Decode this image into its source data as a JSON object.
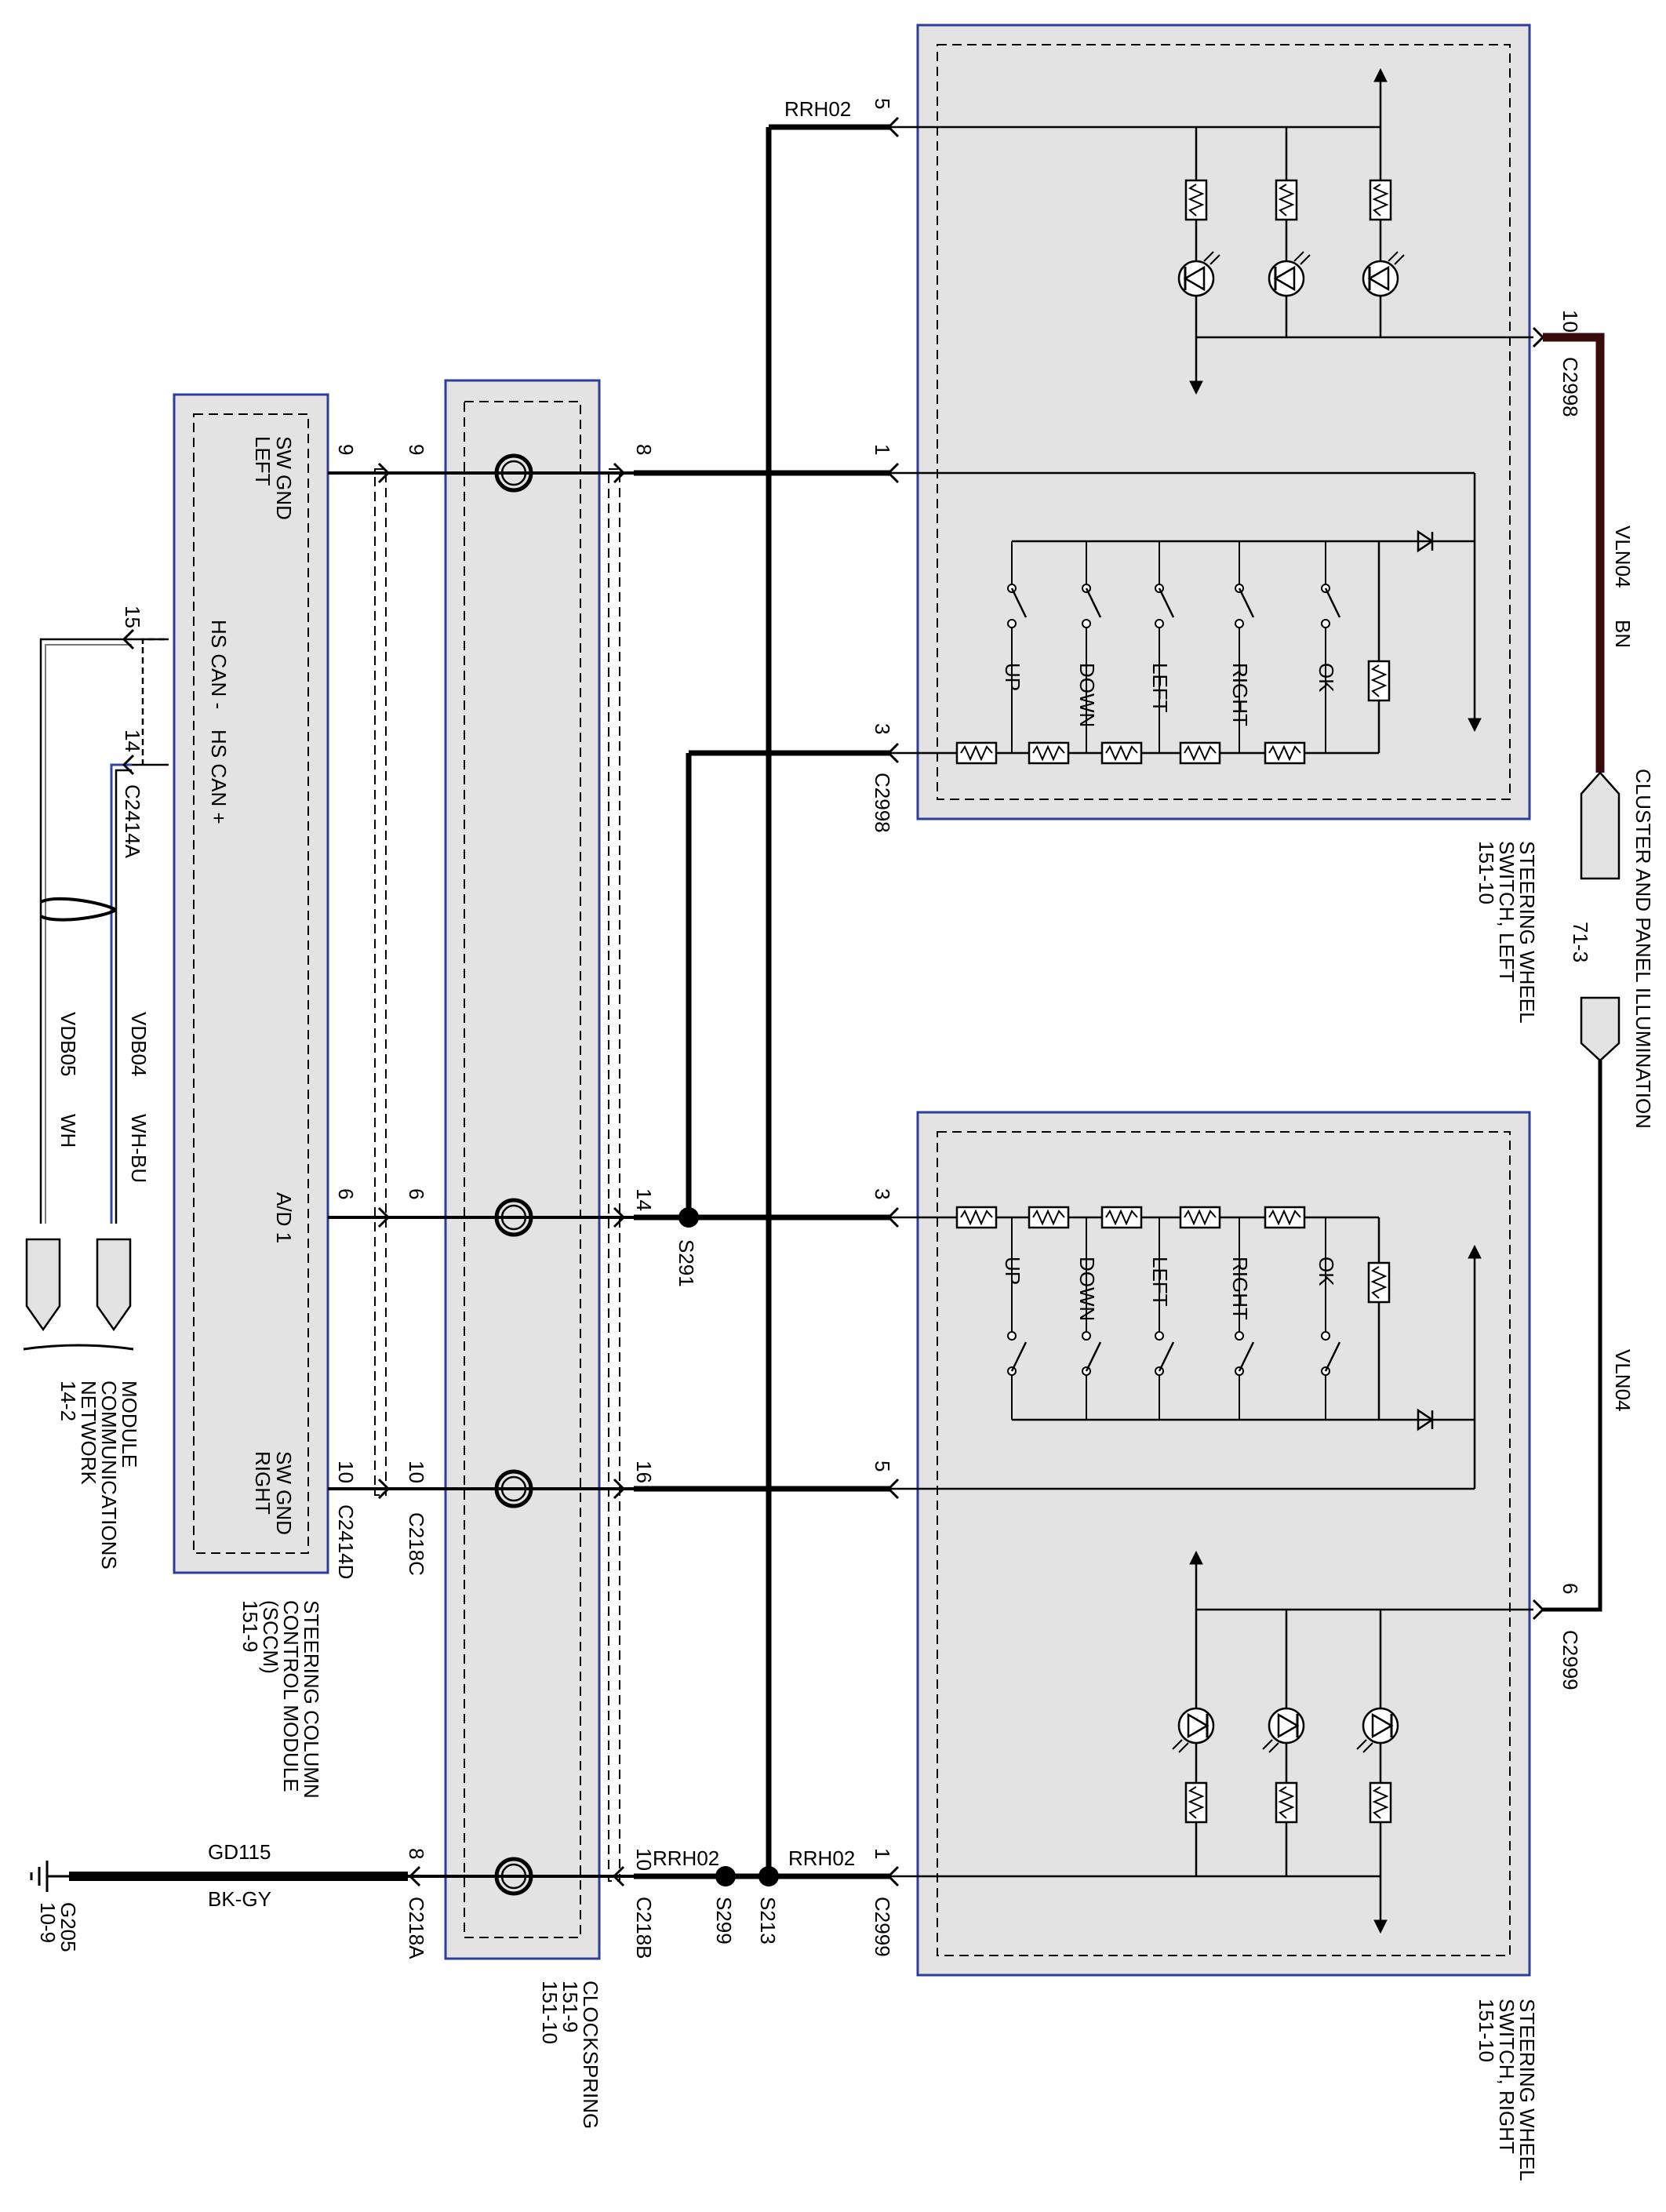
{
  "modules": {
    "switch_left": {
      "name_line1": "STEERING WHEEL",
      "name_line2": "SWITCH, LEFT",
      "ref": "151-10"
    },
    "switch_right": {
      "name_line1": "STEERING WHEEL",
      "name_line2": "SWITCH, RIGHT",
      "ref": "151-10"
    },
    "sccm": {
      "line1": "STEERING COLUMN",
      "line2": "CONTROL MODULE",
      "line3": "(SCCM)",
      "ref": "151-9"
    },
    "clockspring": {
      "name": "CLOCKSPRING",
      "ref1": "151-9",
      "ref2": "151-10"
    },
    "cluster": {
      "name": "CLUSTER AND PANEL ILLUMINATION",
      "ref": "71-3"
    },
    "network": {
      "line1": "MODULE",
      "line2": "COMMUNICATIONS",
      "line3": "NETWORK",
      "ref": "14-2"
    },
    "ground": {
      "name": "G205",
      "ref": "10-9"
    }
  },
  "connectors": {
    "c2998": "C2998",
    "c2999": "C2999",
    "c2414a": "C2414A",
    "c2414d": "C2414D",
    "c218a": "C218A",
    "c218b": "C218B",
    "c218c": "C218C"
  },
  "splices": {
    "s291": "S291",
    "s213": "S213",
    "s299": "S299"
  },
  "wires": {
    "rrh02": "RRH02",
    "vln04": "VLN04",
    "vln04_color": "BN",
    "vdb04": "VDB04",
    "vdb04_color": "WH-BU",
    "vdb05": "VDB05",
    "vdb05_color": "WH",
    "gd115": "GD115",
    "gd115_color": "BK-GY"
  },
  "pins": {
    "left_5": "5",
    "left_10": "10",
    "left_1": "1",
    "left_3": "3",
    "right_3": "3",
    "right_5": "5",
    "right_6": "6",
    "right_1": "1",
    "cs_top_9": "9",
    "cs_top_8": "8",
    "cs_a_6": "6",
    "cs_a_14": "14",
    "cs_b_10": "10",
    "cs_b_16": "16",
    "cs_c_8": "8",
    "cs_c_10": "10",
    "sccm_9": "9",
    "sccm_6": "6",
    "sccm_10": "10",
    "net_15": "15",
    "net_14": "14"
  },
  "sccm_signals": {
    "sw_gnd": "SW GND",
    "left": "LEFT",
    "right": "RIGHT",
    "ad1": "A/D 1",
    "hs_can_minus": "HS CAN -",
    "hs_can_plus": "HS CAN +"
  },
  "buttons": [
    "UP",
    "DOWN",
    "LEFT",
    "RIGHT",
    "OK"
  ],
  "colors": {
    "module_fill": "#e3e3e3",
    "module_border": "#2e3d99",
    "wire": "#000000",
    "vln04_wire": "#3a0b0b",
    "can_blue": "#3344aa"
  }
}
